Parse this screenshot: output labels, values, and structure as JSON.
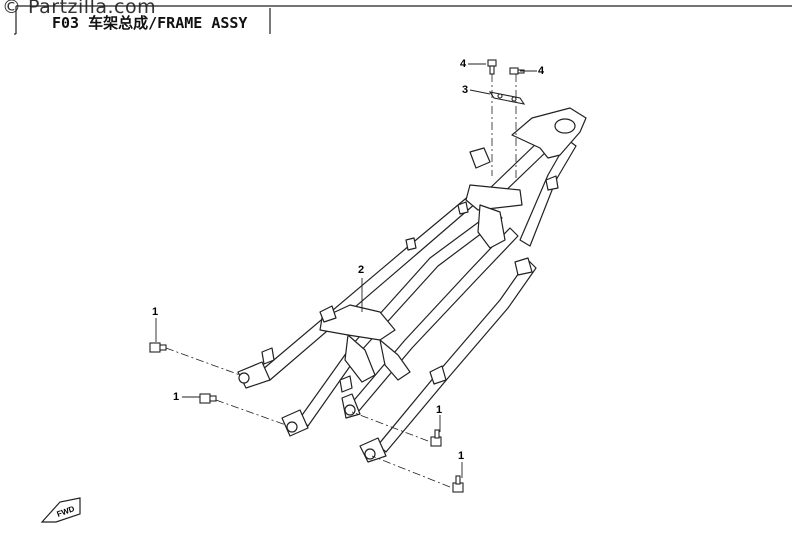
{
  "watermark": "© Partzilla.com",
  "title": "F03 车架总成/FRAME ASSY",
  "fwd_label": "FWD",
  "callouts": [
    {
      "label": "4",
      "part": "bolt (upper left)"
    },
    {
      "label": "4",
      "part": "bolt (upper right)"
    },
    {
      "label": "3",
      "part": "bracket"
    },
    {
      "label": "2",
      "part": "frame assy"
    },
    {
      "label": "1",
      "part": "bolt"
    },
    {
      "label": "1",
      "part": "bolt"
    },
    {
      "label": "1",
      "part": "bolt"
    },
    {
      "label": "1",
      "part": "bolt"
    }
  ]
}
